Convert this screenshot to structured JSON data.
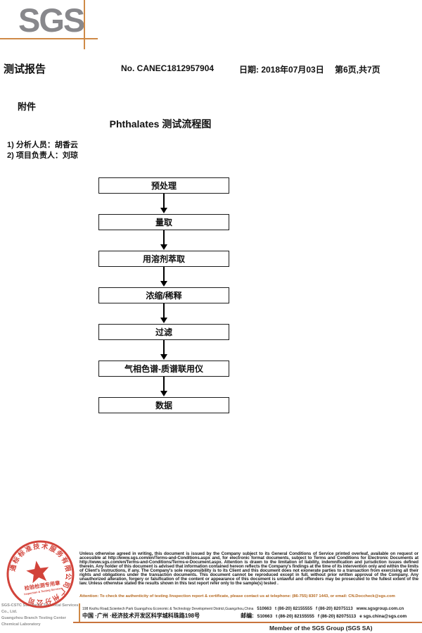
{
  "header": {
    "logo": "SGS",
    "report_title": "测试报告",
    "report_no": "No. CANEC1812957904",
    "date": "日期: 2018年07月03日",
    "page_info": "第6页,共7页"
  },
  "attachment": {
    "label": "附件",
    "title": "Phthalates 测试流程图",
    "personnel": [
      "1) 分析人员：胡香云",
      "2) 项目负责人：刘琼"
    ]
  },
  "chart_data": {
    "type": "flowchart",
    "title": "Phthalates 测试流程图",
    "steps": [
      "预处理",
      "量取",
      "用溶剂萃取",
      "浓缩/稀释",
      "过滤",
      "气相色谱-质谱联用仪",
      "数据"
    ]
  },
  "flowchart": {
    "steps": [
      "预处理",
      "量取",
      "用溶剂萃取",
      "浓缩/稀释",
      "过滤",
      "气相色谱-质谱联用仪",
      "数据"
    ]
  },
  "stamp": {
    "ring_text": "通标标准技术服务有限公司广州分公司",
    "center_line1": "检验检测专用章",
    "center_line2": "Inspection & Testing Services",
    "company_line1": "SGS-CSTC Standards Technical Services Co., Ltd.",
    "company_line2": "Guangzhou Branch Testing Center Chemical Laboratory",
    "color": "#cf342a"
  },
  "footer": {
    "disclaimer": "Unless otherwise agreed in writing, this document is issued by the Company subject to its General Conditions of Service printed overleaf, available on request or accessible at http://www.sgs.com/en/Terms-and-Conditions.aspx and, for electronic format documents, subject to Terms and Conditions for Electronic Documents at http://www.sgs.com/en/Terms-and-Conditions/Terms-e-Document.aspx. Attention is drawn to the limitation of liability, indemnification and jurisdiction issues defined therein. Any holder of this document is advised that information contained hereon reflects the Company's findings at the time of its intervention only and within the limits of Client's instructions, if any. The Company's sole responsibility is to its Client and this document does not exonerate parties to a transaction from exercising all their rights and obligations under the transaction documents. This document cannot be reproduced except in full, without prior written approval of the Company. Any unauthorized alteration, forgery or falsification of the content or appearance of this document is unlawful and offenders may be prosecuted to the fullest extent of the law. Unless otherwise stated the results shown in this test report refer only to the sample(s) tested .",
    "attention": "Attention: To check the authenticity of testing /inspection report & certificate, please contact us at telephone: (86-755) 8307 1443, or email: CN.Doccheck@sgs.com",
    "address_row1": {
      "text": "198 Kezhu Road,Scientech Park Guangzhou Economic & Technology Development District,Guangzhou,China",
      "postal": "510663",
      "tel": "t (86-20) 82155555",
      "fax": "f (86-20) 82075113",
      "web": "www.sgsgroup.com.cn"
    },
    "address_row2": {
      "text": "中国 ·广州 ·经济技术开发区科学城科珠路198号",
      "postal_label": "邮编:",
      "postal": "510663",
      "tel": "t (86-20) 82155555",
      "fax": "f (86-20) 82075113",
      "email": "e sgs.china@sgs.com"
    },
    "member_text": "Member of the SGS Group (SGS SA)"
  },
  "colors": {
    "accent_orange": "#cf8a47",
    "attention_orange": "#b5681f",
    "stamp_red": "#cf342a",
    "logo_gray": "#88888c"
  }
}
